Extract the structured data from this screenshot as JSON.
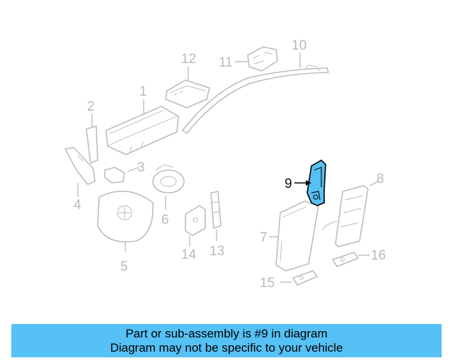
{
  "callouts": {
    "c1": "1",
    "c2": "2",
    "c3": "3",
    "c4": "4",
    "c5": "5",
    "c6": "6",
    "c7": "7",
    "c8": "8",
    "c9": "9",
    "c10": "10",
    "c11": "11",
    "c12": "12",
    "c13": "13",
    "c14": "14",
    "c15": "15",
    "c16": "16"
  },
  "highlight": {
    "color": "#56c1f5",
    "part": "9"
  },
  "banner": {
    "line1": "Part or sub-assembly is #9 in diagram",
    "line2": "Diagram may not be specific to your vehicle",
    "color": "#56c1f5"
  }
}
